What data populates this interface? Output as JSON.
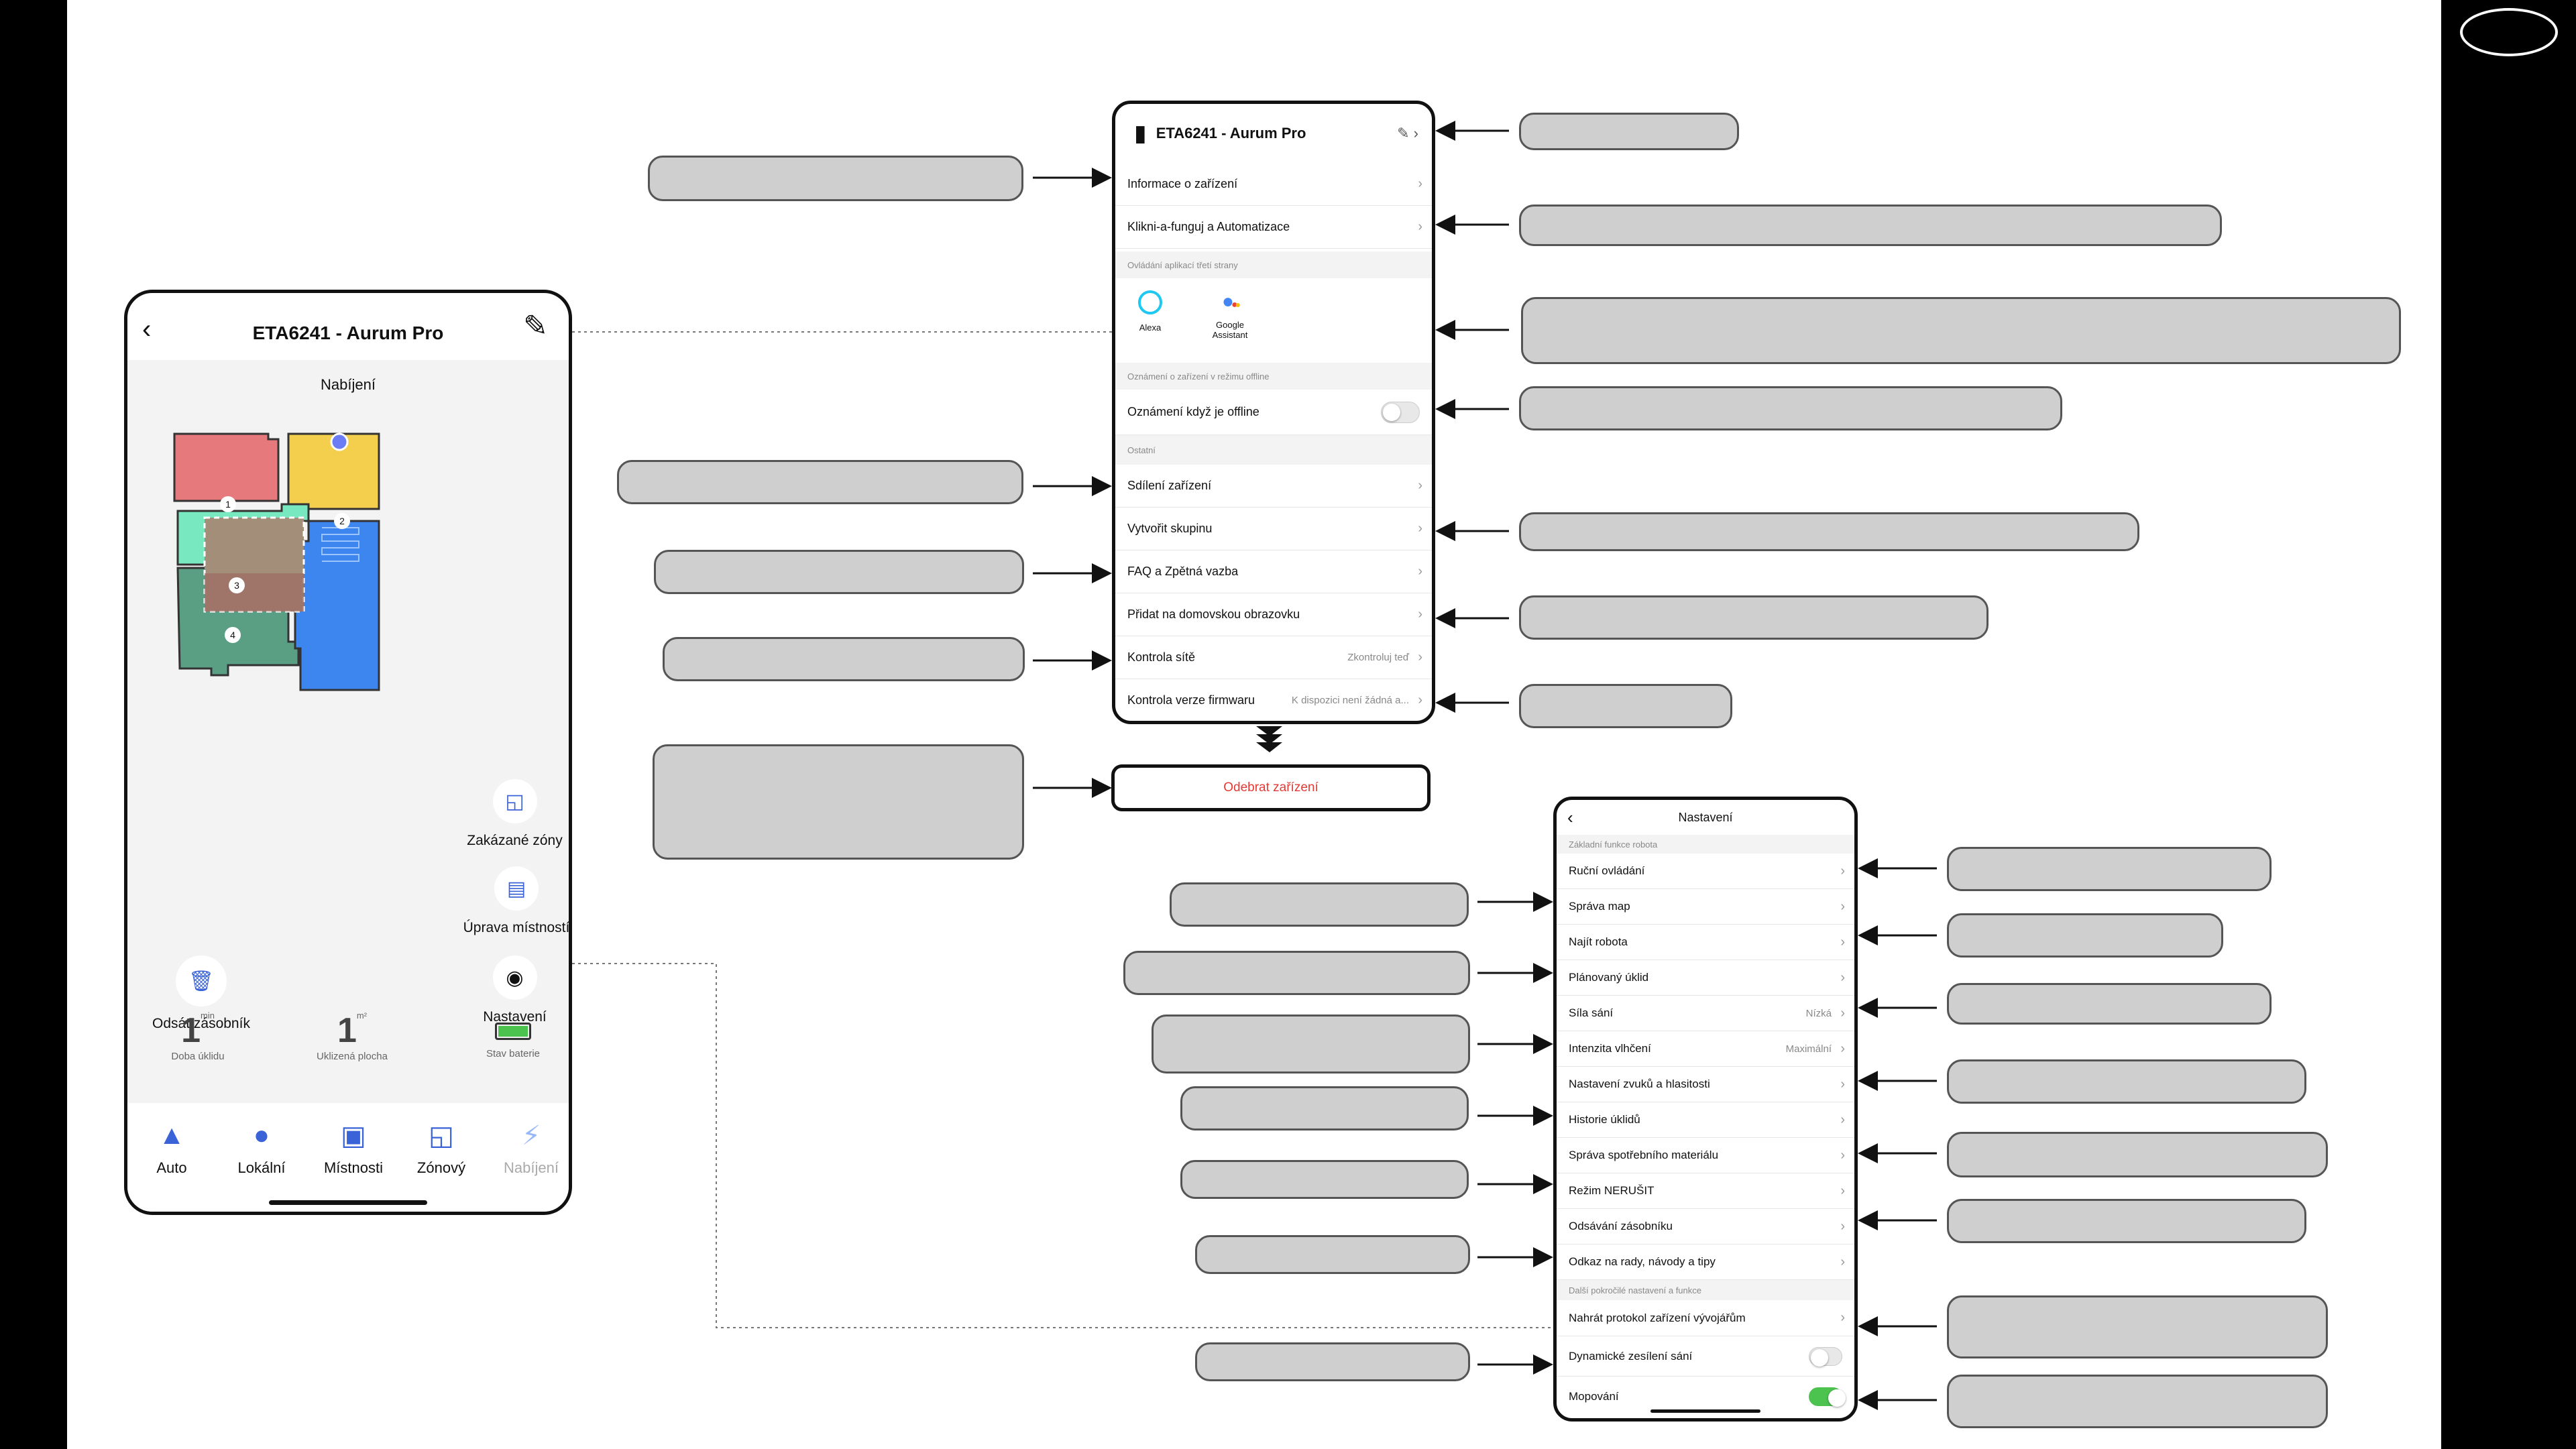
{
  "phone_main": {
    "title": "ETA6241 - Aurum Pro",
    "status": "Nabíjení",
    "rooms": [
      "1",
      "2",
      "3",
      "4"
    ],
    "tools": {
      "forbidden_zones": "Zakázané zóny",
      "room_edit": "Úprava místností",
      "empty_bin": "Odsát zásobník",
      "settings": "Nastavení"
    },
    "stats": [
      {
        "value": "1",
        "unit": "min",
        "label": "Doba úklidu"
      },
      {
        "value": "1",
        "unit": "m²",
        "label": "Uklizená plocha"
      },
      {
        "value": "",
        "unit": "",
        "label": "Stav baterie"
      }
    ],
    "tabs": [
      "Auto",
      "Lokální",
      "Místnosti",
      "Zónový",
      "Nabíjení"
    ],
    "colors": {
      "accent": "#3a63d8",
      "room1": "#e5797c",
      "room2": "#f4cf4d",
      "room3": "#a38e79",
      "room4": "#5a9e84",
      "blue_room": "#3d86f0",
      "mint": "#78e8c0"
    }
  },
  "phone_device": {
    "title": "ETA6241 - Aurum Pro",
    "rows": {
      "info": "Informace o zařízení",
      "tap": "Klikni-a-funguj a Automatizace",
      "section_third": "Ovládání aplikací třetí strany",
      "alexa": "Alexa",
      "google": "Google Assistant",
      "section_offline": "Oznámení o zařízení v režimu offline",
      "offline_notify": "Oznámení když je offline",
      "section_other": "Ostatní",
      "share": "Sdílení zařízení",
      "group": "Vytvořit skupinu",
      "faq": "FAQ a Zpětná vazba",
      "home": "Přidat na domovskou obrazovku",
      "network": "Kontrola sítě",
      "network_value": "Zkontroluj teď",
      "firmware": "Kontrola verze firmwaru",
      "firmware_value": "K dispozici není žádná a..."
    },
    "remove": "Odebrat zařízení"
  },
  "phone_settings": {
    "title": "Nastavení",
    "section_basic": "Základní funkce robota",
    "rows": [
      {
        "label": "Ruční ovládání",
        "value": ""
      },
      {
        "label": "Správa map",
        "value": ""
      },
      {
        "label": "Najít robota",
        "value": ""
      },
      {
        "label": "Plánovaný úklid",
        "value": ""
      },
      {
        "label": "Síla sání",
        "value": "Nízká"
      },
      {
        "label": "Intenzita vlhčení",
        "value": "Maximální"
      },
      {
        "label": "Nastavení zvuků a hlasitosti",
        "value": ""
      },
      {
        "label": "Historie úklidů",
        "value": ""
      },
      {
        "label": "Správa spotřebního materiálu",
        "value": ""
      },
      {
        "label": "Režim NERUŠIT",
        "value": ""
      },
      {
        "label": "Odsávání zásobníku",
        "value": ""
      },
      {
        "label": "Odkaz na rady, návody a tipy",
        "value": ""
      }
    ],
    "section_more": "Další pokročilé nastavení a funkce",
    "upload": "Nahrát protokol zařízení vývojářům",
    "dynamic": "Dynamické zesílení sání",
    "mopping": "Mopování"
  }
}
